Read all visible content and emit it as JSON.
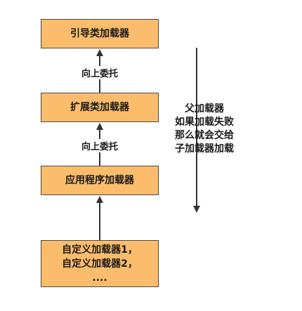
{
  "nodes": {
    "bootstrap": "引导类加载器",
    "extension": "扩展类加载器",
    "application": "应用程序加载器",
    "custom": [
      "自定义加载器1，",
      "自定义加载器2，",
      "...."
    ]
  },
  "edges": {
    "delegate_up_1": "向上委托",
    "delegate_up_2": "向上委托"
  },
  "note": [
    "父加载器",
    "如果加载失败",
    "那么就会交给",
    "子加载器加载"
  ],
  "colors": {
    "box_fill": "#fbbd6b",
    "line": "#333333"
  }
}
